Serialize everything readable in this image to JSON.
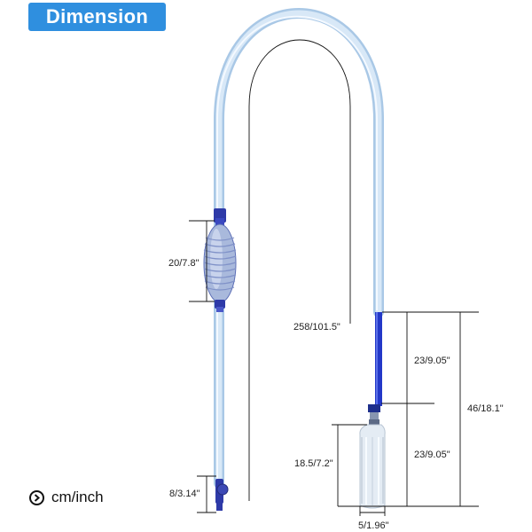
{
  "header": {
    "title": "Dimension"
  },
  "legend": {
    "icon": "chevron-right-circle-icon",
    "text": "cm/inch"
  },
  "dimensions": {
    "bulb_length": "20/7.8\"",
    "overall_length": "258/101.5\"",
    "upper_blue_tube": "23/9.05\"",
    "cylinder_section": "23/9.05\"",
    "intake_total": "46/18.1\"",
    "cylinder_height": "18.5/7.2\"",
    "outlet_valve": "8/3.14\"",
    "cylinder_width": "5/1.96\""
  },
  "colors": {
    "tube": "#cfe2f5",
    "tube_edge": "#9fbfe0",
    "pump_blue": "#2e3aa8",
    "rigid_tube": "#2338c8",
    "badge": "#2f8fdf",
    "cylinder": "#e4ecf4"
  }
}
